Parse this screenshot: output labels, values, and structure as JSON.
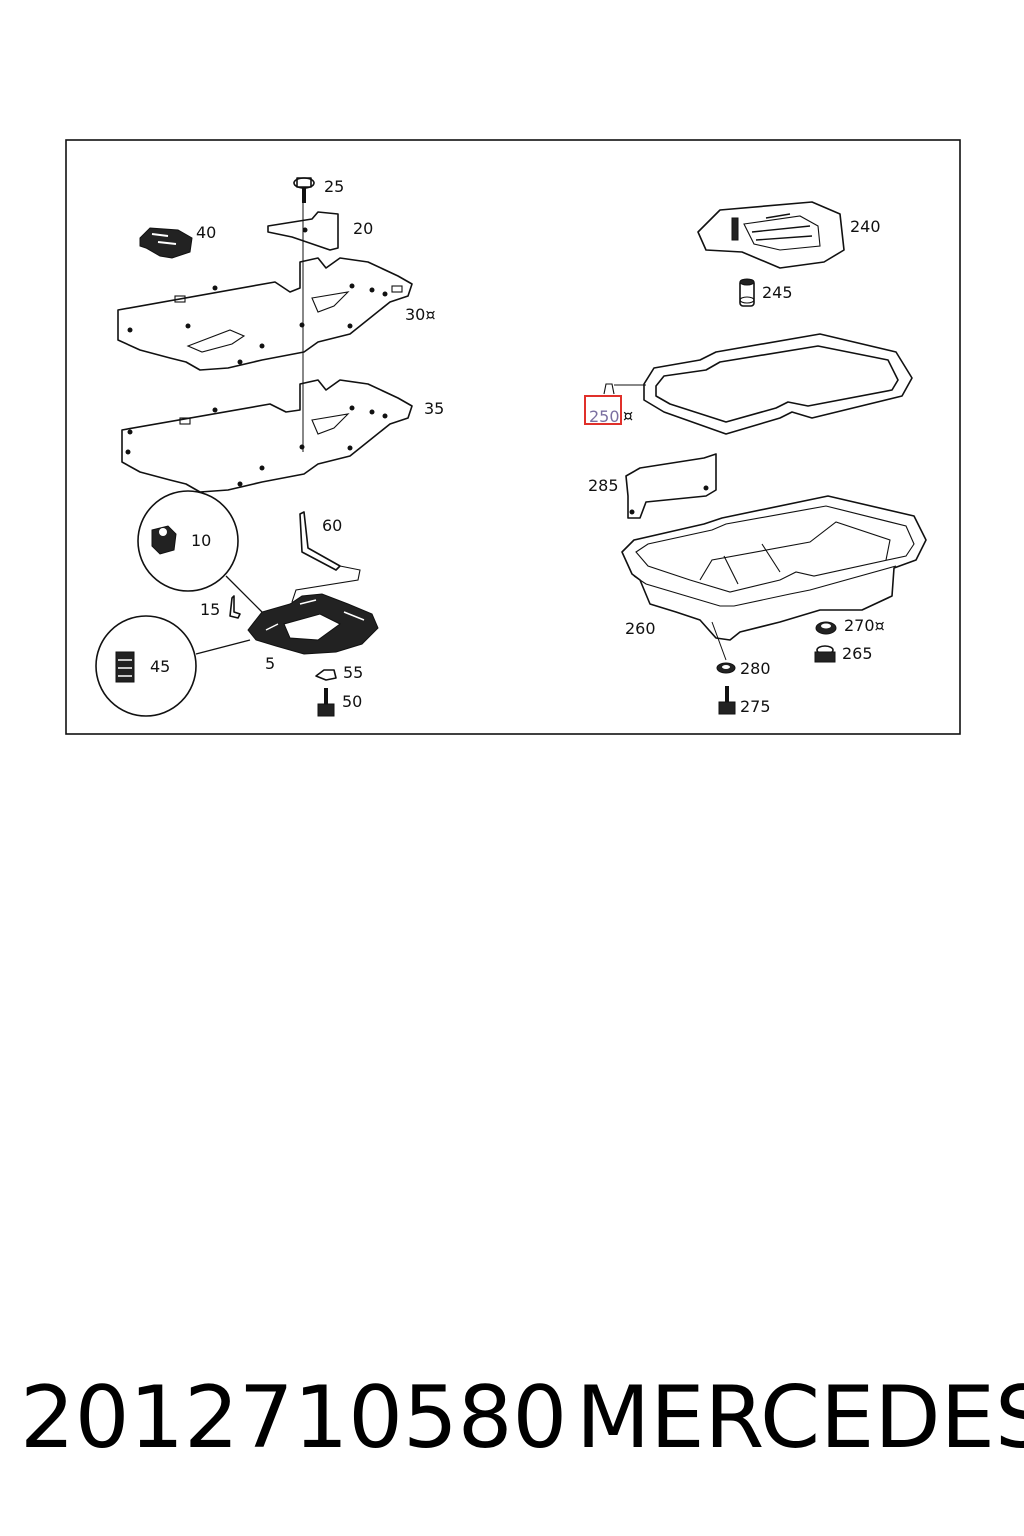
{
  "diagram": {
    "labels": {
      "p25": "25",
      "p20": "20",
      "p40": "40",
      "p30": "30¤",
      "p35": "35",
      "p10": "10",
      "p60": "60",
      "p15": "15",
      "p45": "45",
      "p5": "5",
      "p55": "55",
      "p50": "50",
      "p240": "240",
      "p245": "245",
      "p250": "250",
      "p250_mark": "¤",
      "p285": "285",
      "p260": "260",
      "p270": "270¤",
      "p265": "265",
      "p280": "280",
      "p275": "275"
    },
    "highlight_color": "#e0302a"
  },
  "footer": {
    "part_number": "2012710580",
    "brand": "MERCEDES"
  }
}
